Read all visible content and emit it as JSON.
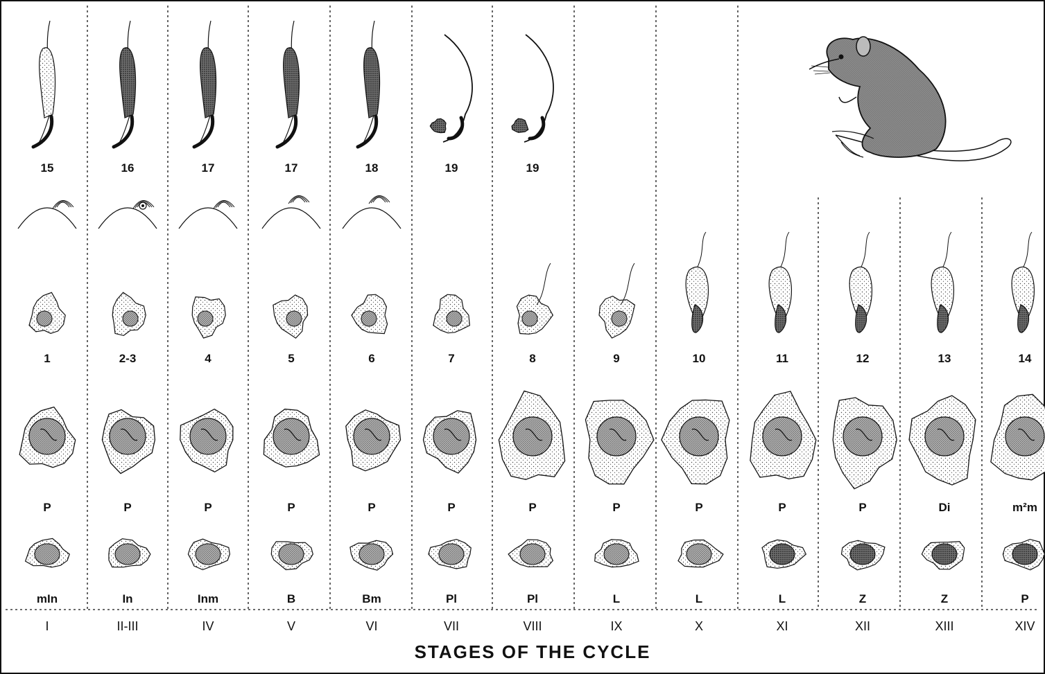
{
  "columns": [
    {
      "stage": "I",
      "top_number": "15",
      "mid_number": "1",
      "p_label": "P",
      "bottom_label": "mIn",
      "acrosome": true,
      "top_cell": true
    },
    {
      "stage": "II-III",
      "top_number": "16",
      "mid_number": "2-3",
      "p_label": "P",
      "bottom_label": "In",
      "acrosome": true,
      "top_cell": true
    },
    {
      "stage": "IV",
      "top_number": "17",
      "mid_number": "4",
      "p_label": "P",
      "bottom_label": "Inm",
      "acrosome": true,
      "top_cell": true
    },
    {
      "stage": "V",
      "top_number": "17",
      "mid_number": "5",
      "p_label": "P",
      "bottom_label": "B",
      "acrosome": true,
      "top_cell": true
    },
    {
      "stage": "VI",
      "top_number": "18",
      "mid_number": "6",
      "p_label": "P",
      "bottom_label": "Bm",
      "acrosome": true,
      "top_cell": true
    },
    {
      "stage": "VII",
      "top_number": "19",
      "mid_number": "7",
      "p_label": "P",
      "bottom_label": "Pl",
      "acrosome": false,
      "top_cell": true
    },
    {
      "stage": "VIII",
      "top_number": "19",
      "mid_number": "8",
      "p_label": "P",
      "bottom_label": "Pl",
      "acrosome": false,
      "top_cell": true
    },
    {
      "stage": "IX",
      "top_number": "",
      "mid_number": "9",
      "p_label": "P",
      "bottom_label": "L",
      "acrosome": false,
      "top_cell": false
    },
    {
      "stage": "X",
      "top_number": "",
      "mid_number": "10",
      "p_label": "P",
      "bottom_label": "L",
      "acrosome": false,
      "top_cell": false
    },
    {
      "stage": "XI",
      "top_number": "",
      "mid_number": "11",
      "p_label": "P",
      "bottom_label": "L",
      "acrosome": false,
      "top_cell": false
    },
    {
      "stage": "XII",
      "top_number": "",
      "mid_number": "12",
      "p_label": "P",
      "bottom_label": "Z",
      "acrosome": false,
      "top_cell": false
    },
    {
      "stage": "XIII",
      "top_number": "",
      "mid_number": "13",
      "p_label": "Di",
      "bottom_label": "Z",
      "acrosome": false,
      "top_cell": false
    },
    {
      "stage": "XIV",
      "top_number": "",
      "mid_number": "14",
      "p_label": "m²m",
      "bottom_label": "P",
      "acrosome": false,
      "top_cell": false
    }
  ],
  "caption": "STAGES OF THE CYCLE",
  "illustration": "rat",
  "colors": {
    "line": "#111111",
    "stipple": "#555555",
    "fill": "#9a9a9a",
    "dark": "#1a1a1a"
  }
}
